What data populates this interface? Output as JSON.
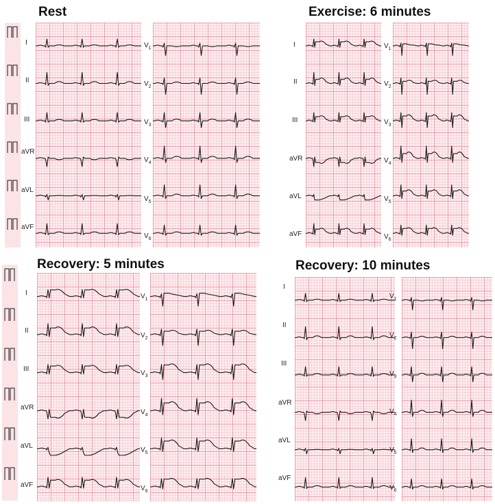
{
  "panels": [
    {
      "id": "rest",
      "title": "Rest",
      "limb_leads": [
        "I",
        "II",
        "III",
        "aVR",
        "aVL",
        "aVF"
      ],
      "precordial_leads": [
        {
          "base": "V",
          "sub": "1"
        },
        {
          "base": "V",
          "sub": "2"
        },
        {
          "base": "V",
          "sub": "3"
        },
        {
          "base": "V",
          "sub": "4"
        },
        {
          "base": "V",
          "sub": "5"
        },
        {
          "base": "V",
          "sub": "6"
        }
      ],
      "st_deviation": 0
    },
    {
      "id": "exercise-6",
      "title": "Exercise: 6 minutes",
      "limb_leads": [
        "I",
        "II",
        "III",
        "aVR",
        "aVL",
        "aVF"
      ],
      "precordial_leads": [
        {
          "base": "V",
          "sub": "1"
        },
        {
          "base": "V",
          "sub": "2"
        },
        {
          "base": "V",
          "sub": "3"
        },
        {
          "base": "V",
          "sub": "4"
        },
        {
          "base": "V",
          "sub": "5"
        },
        {
          "base": "V",
          "sub": "6"
        }
      ],
      "st_deviation": 1
    },
    {
      "id": "recovery-5",
      "title": "Recovery: 5 minutes",
      "limb_leads": [
        "I",
        "II",
        "III",
        "aVR",
        "aVL",
        "aVF"
      ],
      "precordial_leads": [
        {
          "base": "V",
          "sub": "1"
        },
        {
          "base": "V",
          "sub": "2"
        },
        {
          "base": "V",
          "sub": "3"
        },
        {
          "base": "V",
          "sub": "4"
        },
        {
          "base": "V",
          "sub": "5"
        },
        {
          "base": "V",
          "sub": "6"
        }
      ],
      "st_deviation": 2
    },
    {
      "id": "recovery-10",
      "title": "Recovery: 10 minutes",
      "limb_leads": [
        "I",
        "II",
        "III",
        "aVR",
        "aVL",
        "aVF"
      ],
      "precordial_leads": [
        {
          "base": "V",
          "sub": "1"
        },
        {
          "base": "V",
          "sub": "2"
        },
        {
          "base": "V",
          "sub": "3"
        },
        {
          "base": "V",
          "sub": "4"
        },
        {
          "base": "V",
          "sub": "5"
        },
        {
          "base": "V",
          "sub": "6"
        }
      ],
      "st_deviation": 0
    }
  ],
  "colors": {
    "grid_major": "#e27484",
    "grid_minor": "#f0aab6",
    "paper": "#fdeef0",
    "trace": "#1a1a1a"
  }
}
